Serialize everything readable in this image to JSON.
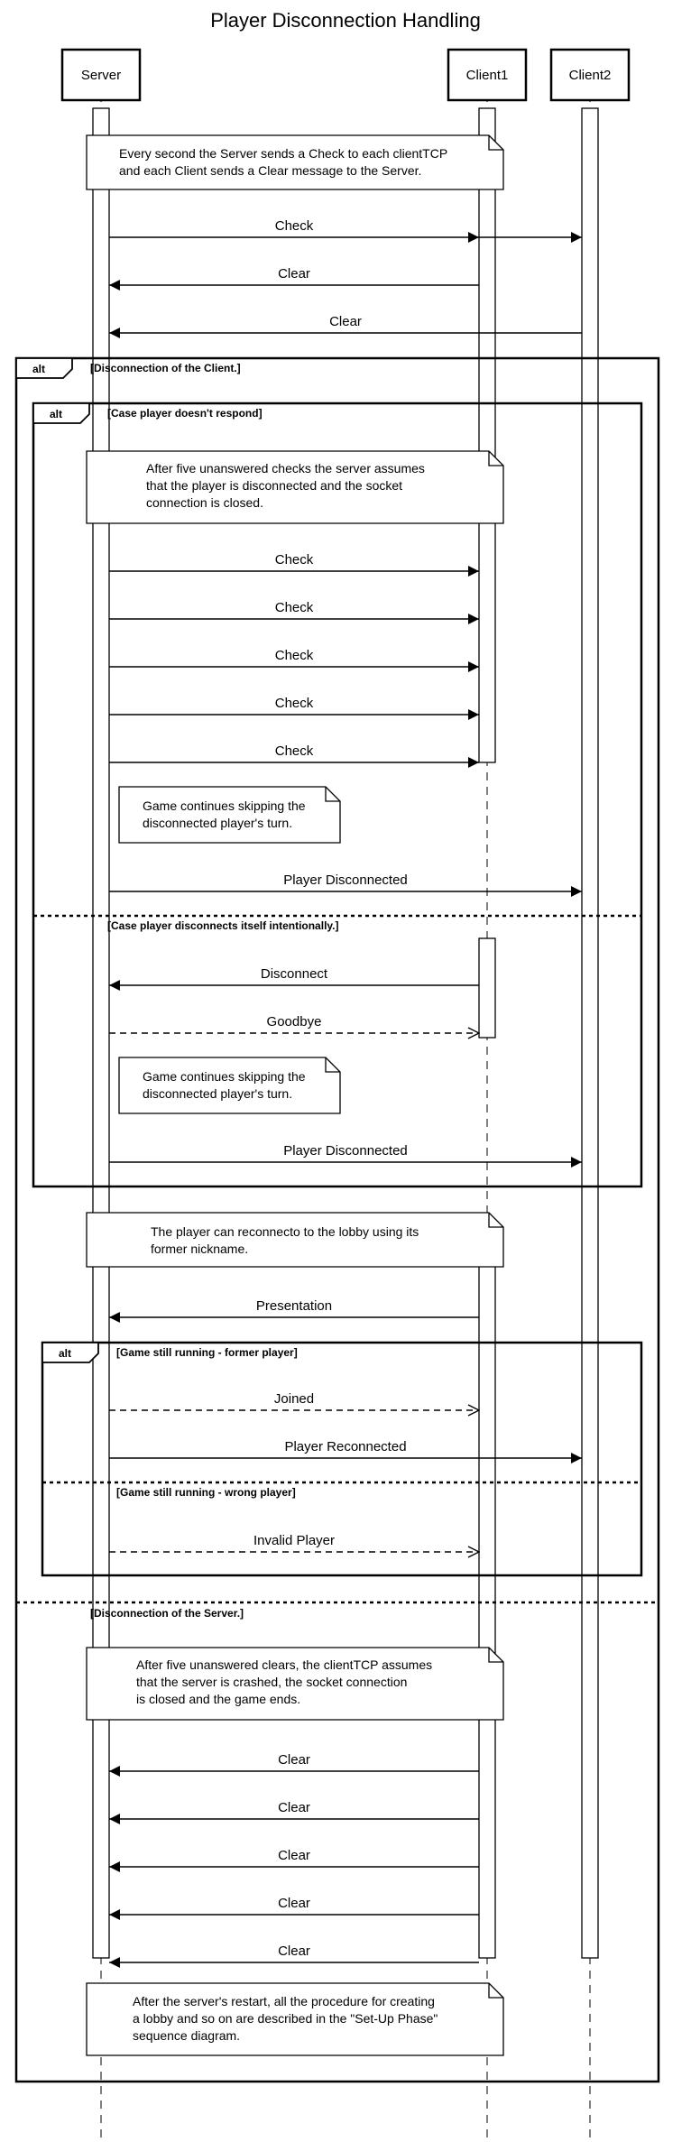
{
  "title": "Player Disconnection Handling",
  "actors": [
    "Server",
    "Client1",
    "Client2"
  ],
  "messages": [
    {
      "label": "Check",
      "from": "Server",
      "to": "Client1",
      "style": "solid"
    },
    {
      "label": "",
      "from": "Client1",
      "to": "Client2",
      "style": "solid"
    },
    {
      "label": "Clear",
      "from": "Client1",
      "to": "Server",
      "style": "solid"
    },
    {
      "label": "Clear",
      "from": "Client2",
      "to": "Server",
      "style": "solid"
    },
    {
      "label": "Check",
      "from": "Server",
      "to": "Client1",
      "style": "solid"
    },
    {
      "label": "Check",
      "from": "Server",
      "to": "Client1",
      "style": "solid"
    },
    {
      "label": "Check",
      "from": "Server",
      "to": "Client1",
      "style": "solid"
    },
    {
      "label": "Check",
      "from": "Server",
      "to": "Client1",
      "style": "solid"
    },
    {
      "label": "Check",
      "from": "Server",
      "to": "Client1",
      "style": "solid"
    },
    {
      "label": "Player Disconnected",
      "from": "Server",
      "to": "Client2",
      "style": "solid"
    },
    {
      "label": "Disconnect",
      "from": "Client1",
      "to": "Server",
      "style": "solid"
    },
    {
      "label": "Goodbye",
      "from": "Server",
      "to": "Client1",
      "style": "dashed"
    },
    {
      "label": "Player Disconnected",
      "from": "Server",
      "to": "Client2",
      "style": "solid"
    },
    {
      "label": "Presentation",
      "from": "Client1",
      "to": "Server",
      "style": "solid"
    },
    {
      "label": "Joined",
      "from": "Server",
      "to": "Client1",
      "style": "dashed"
    },
    {
      "label": "Player Reconnected",
      "from": "Server",
      "to": "Client2",
      "style": "solid"
    },
    {
      "label": "Invalid Player",
      "from": "Server",
      "to": "Client1",
      "style": "dashed"
    },
    {
      "label": "Clear",
      "from": "Client1",
      "to": "Server",
      "style": "solid"
    },
    {
      "label": "Clear",
      "from": "Client1",
      "to": "Server",
      "style": "solid"
    },
    {
      "label": "Clear",
      "from": "Client1",
      "to": "Server",
      "style": "solid"
    },
    {
      "label": "Clear",
      "from": "Client1",
      "to": "Server",
      "style": "solid"
    },
    {
      "label": "Clear",
      "from": "Client1",
      "to": "Server",
      "style": "solid"
    }
  ],
  "notes": [
    [
      "Every second the Server sends a Check to each clientTCP",
      "and each Client sends a Clear message to the Server."
    ],
    [
      "After five unanswered checks the server assumes",
      "that the player is disconnected and the socket",
      "connection is closed."
    ],
    [
      "Game continues skipping the",
      "disconnected player's turn."
    ],
    [
      "Game continues skipping the",
      "disconnected player's turn."
    ],
    [
      "The player can reconnecto to the lobby using its",
      "former nickname."
    ],
    [
      "After five unanswered clears, the clientTCP assumes",
      "that the server is crashed, the socket connection",
      "is closed and the game ends."
    ],
    [
      "After the server's restart, all the procedure for creating",
      "a lobby and so on are described in the \"Set-Up Phase\"",
      "sequence diagram."
    ]
  ],
  "frames": [
    {
      "tag": "alt",
      "guards": [
        "[Disconnection of the Client.]",
        "[Disconnection of the Server.]"
      ]
    },
    {
      "tag": "alt",
      "guards": [
        "[Case player doesn't respond]",
        "[Case player disconnects itself intentionally.]"
      ]
    },
    {
      "tag": "alt",
      "guards": [
        "[Game still running - former player]",
        "[Game still running - wrong player]"
      ]
    }
  ]
}
